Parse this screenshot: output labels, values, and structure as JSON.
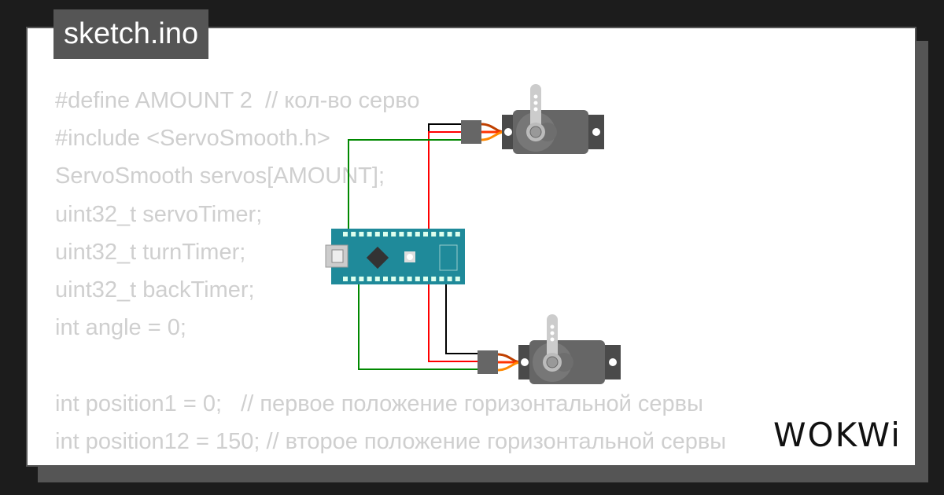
{
  "title": "sketch.ino",
  "code_lines": [
    "#define AMOUNT 2  // кол-во серво",
    "#include <ServoSmooth.h>",
    "ServoSmooth servos[AMOUNT];",
    "uint32_t servoTimer;",
    "uint32_t turnTimer;",
    "uint32_t backTimer;",
    "int angle = 0;",
    "",
    "int position1 = 0;   // первое положение горизонтальной сервы",
    "int position12 = 150; // второе положение горизонтальной сервы"
  ],
  "logo": "WOKWi",
  "colors": {
    "board": "#1f8a9a",
    "servo": "#666666",
    "wire_gnd": "#000000",
    "wire_vcc": "#ff0000",
    "wire_signal": "#008000"
  }
}
